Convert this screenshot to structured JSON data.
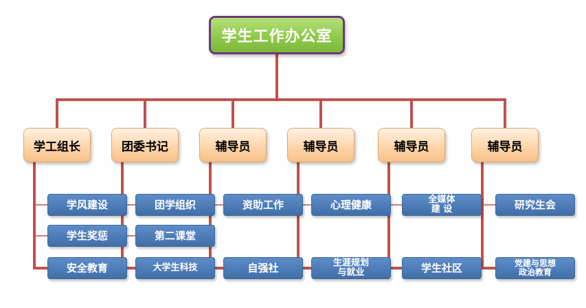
{
  "root": {
    "label": "学生工作办公室"
  },
  "columns": [
    {
      "head": "学工组长",
      "items": [
        {
          "lines": [
            "学风建设"
          ]
        },
        {
          "lines": [
            "学生奖惩"
          ]
        },
        {
          "lines": [
            "安全教育"
          ]
        }
      ]
    },
    {
      "head": "团委书记",
      "items": [
        {
          "lines": [
            "团学组织"
          ]
        },
        {
          "lines": [
            "第二课堂"
          ]
        },
        {
          "lines": [
            "大学生科技"
          ]
        }
      ]
    },
    {
      "head": "辅导员",
      "items": [
        {
          "lines": [
            "资助工作"
          ]
        },
        {
          "lines": [
            "自强社"
          ]
        }
      ]
    },
    {
      "head": "辅导员",
      "items": [
        {
          "lines": [
            "心理健康"
          ]
        },
        {
          "lines": [
            "生涯规划",
            "与就业"
          ]
        }
      ]
    },
    {
      "head": "辅导员",
      "items": [
        {
          "lines": [
            "全媒体",
            "建 设"
          ]
        },
        {
          "lines": [
            "学生社区"
          ]
        }
      ]
    },
    {
      "head": "辅导员",
      "items": [
        {
          "lines": [
            "研究生会"
          ]
        },
        {
          "lines": [
            "党建与思想",
            "政治教育"
          ]
        }
      ]
    }
  ],
  "colors": {
    "connector": "#c0504d",
    "root_fill": "#92cd4e",
    "root_border": "#6a3a78",
    "head_fill": "#fcd3a6",
    "leaf_fill": "#4f7fbf"
  }
}
